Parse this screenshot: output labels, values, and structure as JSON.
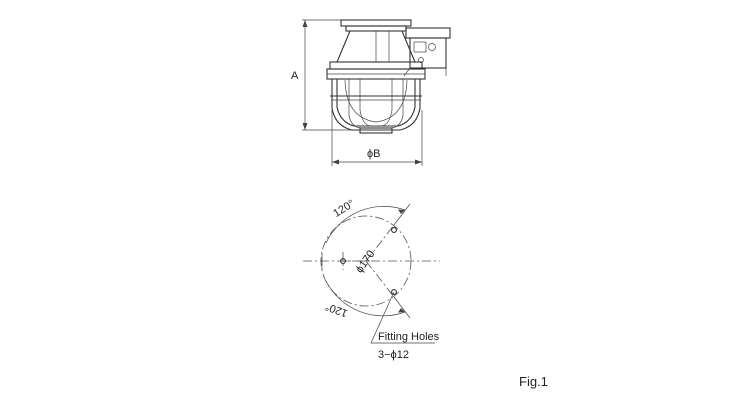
{
  "side_view": {
    "dim_height_label": "A",
    "dim_diameter_label": "ϕB"
  },
  "mounting_plan": {
    "angle_label_top": "120°",
    "angle_label_bottom": "120°",
    "pcd_label": "ϕ170",
    "callout_line1": "Fitting Holes",
    "callout_line2": "3−ϕ12"
  },
  "figure_label": "Fig.1"
}
